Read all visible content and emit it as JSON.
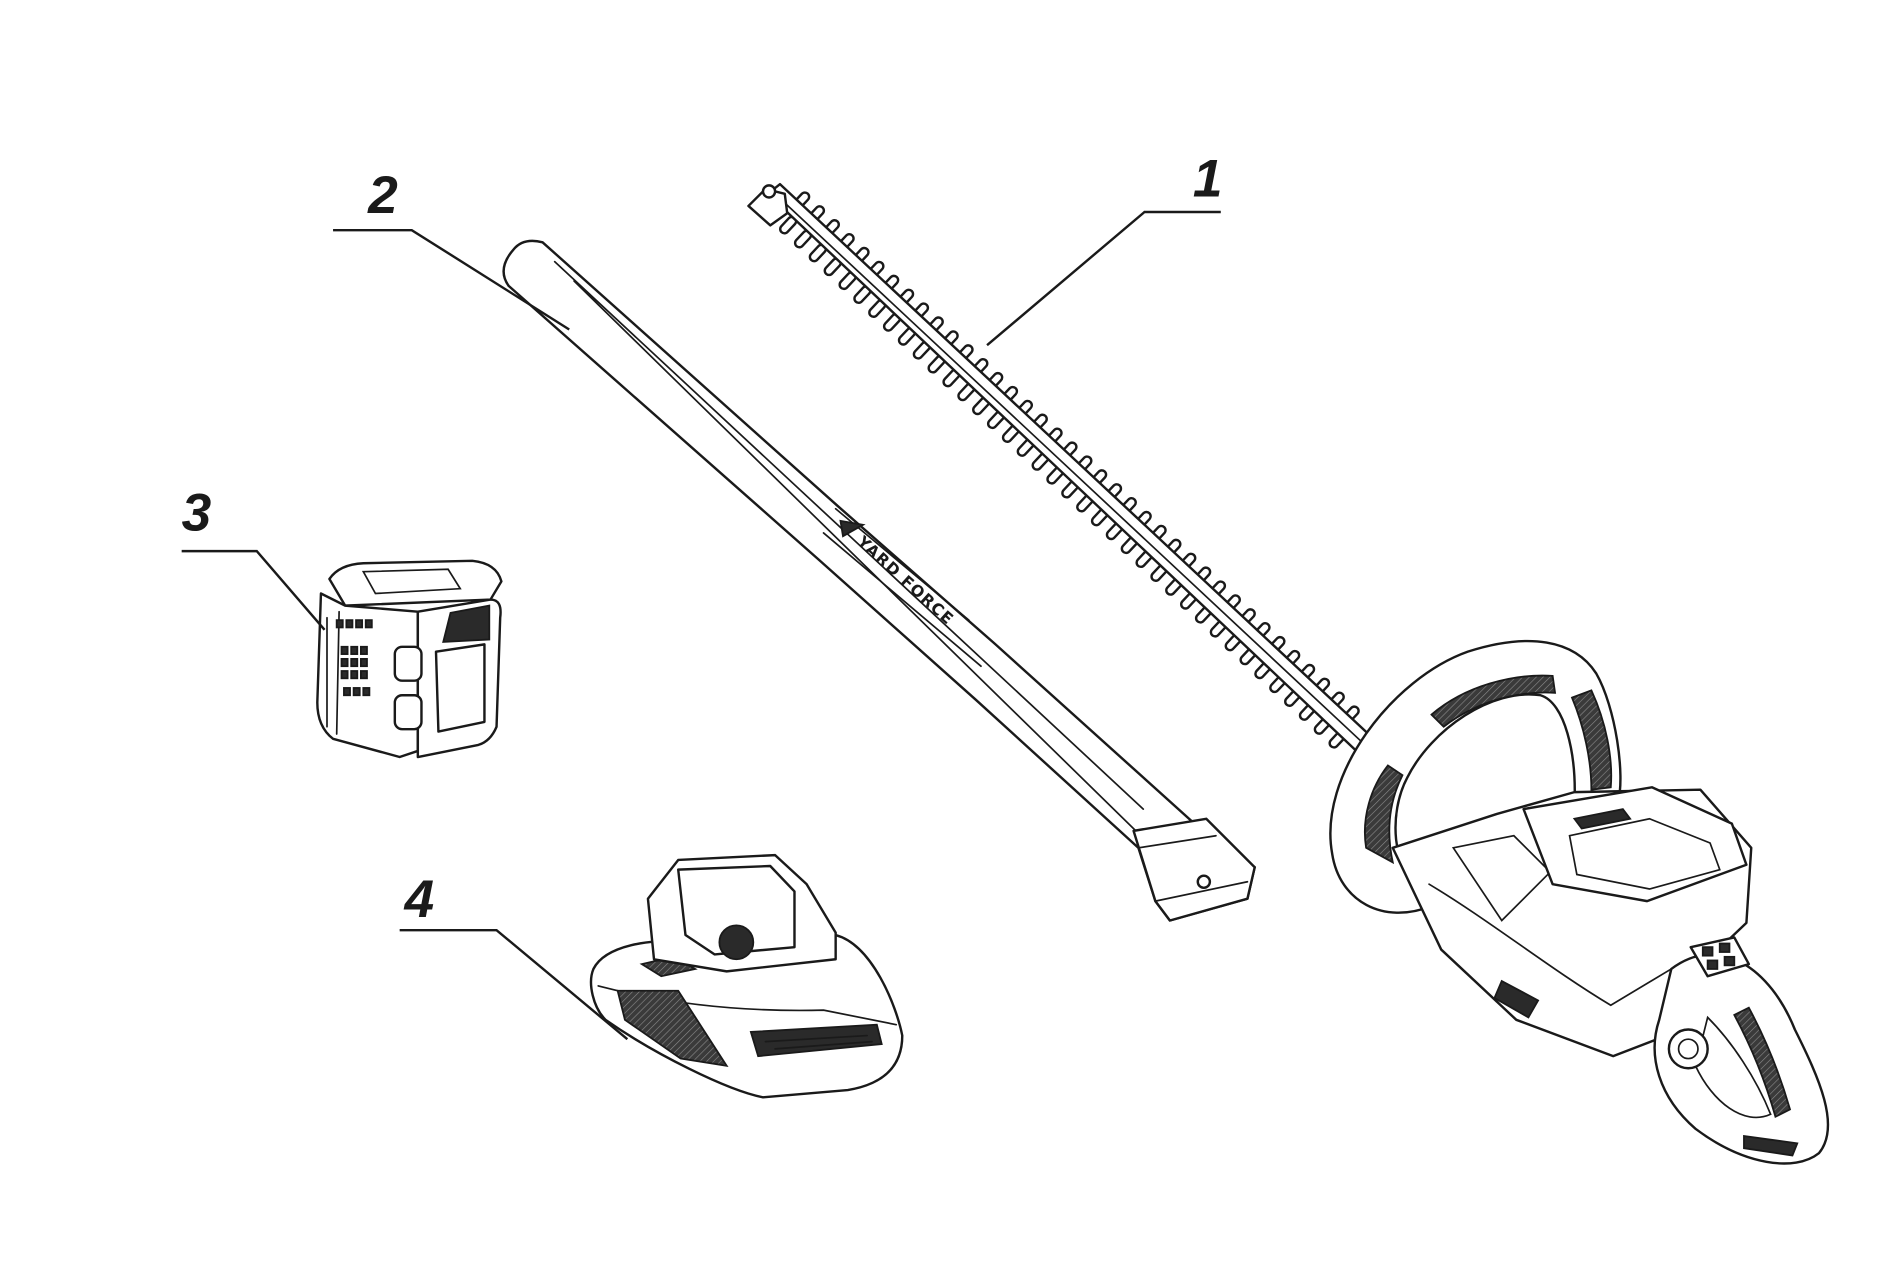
{
  "labels": {
    "part1": "1",
    "part2": "2",
    "part3": "3",
    "part4": "4"
  },
  "parts": [
    {
      "number": "1",
      "item": "hedge-trimmer"
    },
    {
      "number": "2",
      "item": "blade-guard"
    },
    {
      "number": "3",
      "item": "battery"
    },
    {
      "number": "4",
      "item": "charger"
    }
  ],
  "logo": {
    "text": "YARD FORCE"
  },
  "colors": {
    "line": "#1a1a1a",
    "background": "#ffffff"
  }
}
